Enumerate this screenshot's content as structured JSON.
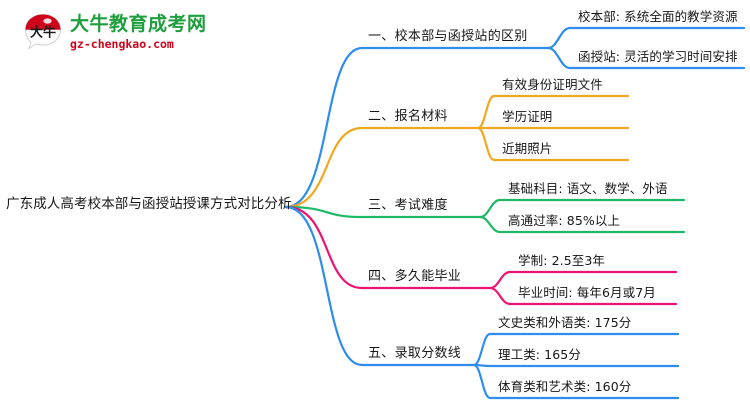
{
  "logo": {
    "mark_text": "大牛",
    "brand_cn": "大牛教育成考网",
    "brand_en": "gz-chengkao.com",
    "brand_color": "#1f9e3e",
    "url_color": "#d0021b",
    "mark_color": "#d0021b"
  },
  "mindmap": {
    "root": "广东成人高考校本部与函授站授课方式对比分析",
    "branches": [
      {
        "label": "一、校本部与函授站的区别",
        "color": "#2e8ded",
        "leaves": [
          "校本部: 系统全面的教学资源",
          "函授站: 灵活的学习时间安排"
        ]
      },
      {
        "label": "二、报名材料",
        "color": "#f0a81e",
        "leaves": [
          "有效身份证明文件",
          "学历证明",
          "近期照片"
        ]
      },
      {
        "label": "三、考试难度",
        "color": "#1fb866",
        "leaves": [
          "基础科目: 语文、数学、外语",
          "高通过率: 85%以上"
        ]
      },
      {
        "label": "四、多久能毕业",
        "color": "#ec1470",
        "leaves": [
          "学制: 2.5至3年",
          "毕业时间: 每年6月或7月"
        ]
      },
      {
        "label": "五、录取分数线",
        "color": "#2e8ded",
        "leaves": [
          "文史类和外语类: 175分",
          "理工类: 165分",
          "体育类和艺术类: 160分"
        ]
      }
    ]
  }
}
